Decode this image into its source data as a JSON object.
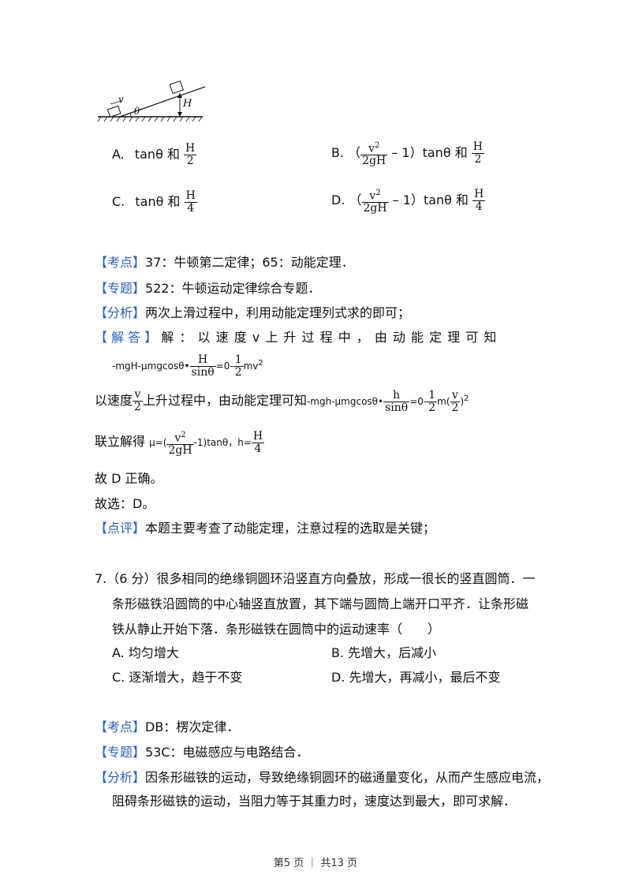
{
  "figure": {
    "v_label": "v",
    "theta_label": "θ",
    "h_label": "H"
  },
  "q6": {
    "options": {
      "A": {
        "letter": "A.",
        "pre": "tanθ 和",
        "num": "H",
        "den": "2"
      },
      "B": {
        "letter": "B.",
        "open": "（",
        "num": "v",
        "num_sup": "2",
        "den": "2gH",
        "minus": " – 1）tanθ 和",
        "num2": "H",
        "den2": "2"
      },
      "C": {
        "letter": "C.",
        "pre": "tanθ 和",
        "num": "H",
        "den": "4"
      },
      "D": {
        "letter": "D.",
        "open": "（",
        "num": "v",
        "num_sup": "2",
        "den": "2gH",
        "minus": " – 1）tanθ 和",
        "num2": "H",
        "den2": "4"
      }
    },
    "kaodian": {
      "tag": "【考点】",
      "text": "37：牛顿第二定律；65：动能定理．"
    },
    "zhuanti": {
      "tag": "【专题】",
      "text": "522：牛顿运动定律综合专题．"
    },
    "fenxi": {
      "tag": "【分析】",
      "text": "两次上滑过程中，利用动能定理列式求的即可；"
    },
    "jieda": {
      "tag": "【 解 答 】",
      "text": "解 ： 以 速 度  v  上 升 过 程 中 ， 由 动 能 定 理 可 知",
      "eq1_left": "-mgH-μmgcosθ•",
      "eq1_num": "H",
      "eq1_den": "sinθ",
      "eq1_mid": "=0-",
      "eq1_num2": "1",
      "eq1_den2": "2",
      "eq1_right": "mv",
      "eq1_sup": "2",
      "line2_pre": "以速度",
      "line2_num": "v",
      "line2_den": "2",
      "line2_post": "上升过程中，由动能定理可知",
      "eq2_left": "-mgh-μmgcosθ•",
      "eq2_num": "h",
      "eq2_den": "sinθ",
      "eq2_mid": "=0-",
      "eq2_num2": "1",
      "eq2_den2": "2",
      "eq2_m": "m(",
      "eq2_num3": "v",
      "eq2_den3": "2",
      "eq2_close": ")",
      "eq2_sup": "2",
      "line3_pre": "联立解得",
      "line3_mu": "μ=(",
      "line3_num": "v",
      "line3_num_sup": "2",
      "line3_den": "2gH",
      "line3_mid": "-1)tanθ，h=",
      "line3_num2": "H",
      "line3_den2": "4",
      "conclusion": "故 D 正确。",
      "answer": "故选：D。"
    },
    "dianping": {
      "tag": "【点评】",
      "text": "本题主要考查了动能定理，注意过程的选取是关键；"
    }
  },
  "q7": {
    "stem_line1": "7.（6 分）很多相同的绝缘铜圆环沿竖直方向叠放，形成一很长的竖直圆筒．一",
    "stem_line2": "条形磁铁沿圆筒的中心轴竖直放置，其下端与圆筒上端开口平齐．让条形磁",
    "stem_line3": "铁从静止开始下落．条形磁铁在圆筒中的运动速率（　　）",
    "options": {
      "A": "A.   均匀增大",
      "B": "B.   先增大，后减小",
      "C": "C.   逐渐增大，趋于不变",
      "D": "D.   先增大，再减小，最后不变"
    },
    "kaodian": {
      "tag": "【考点】",
      "text": "DB：楞次定律．"
    },
    "zhuanti": {
      "tag": "【专题】",
      "text": "53C：电磁感应与电路结合．"
    },
    "fenxi": {
      "tag": "【分析】",
      "text": "因条形磁铁的运动，导致绝缘铜圆环的磁通量变化，从而产生感应电流，",
      "text2": "阻碍条形磁铁的运动，当阻力等于其重力时，速度达到最大，即可求解．"
    }
  },
  "footer": {
    "text": "第5 页 ｜ 共13 页"
  }
}
